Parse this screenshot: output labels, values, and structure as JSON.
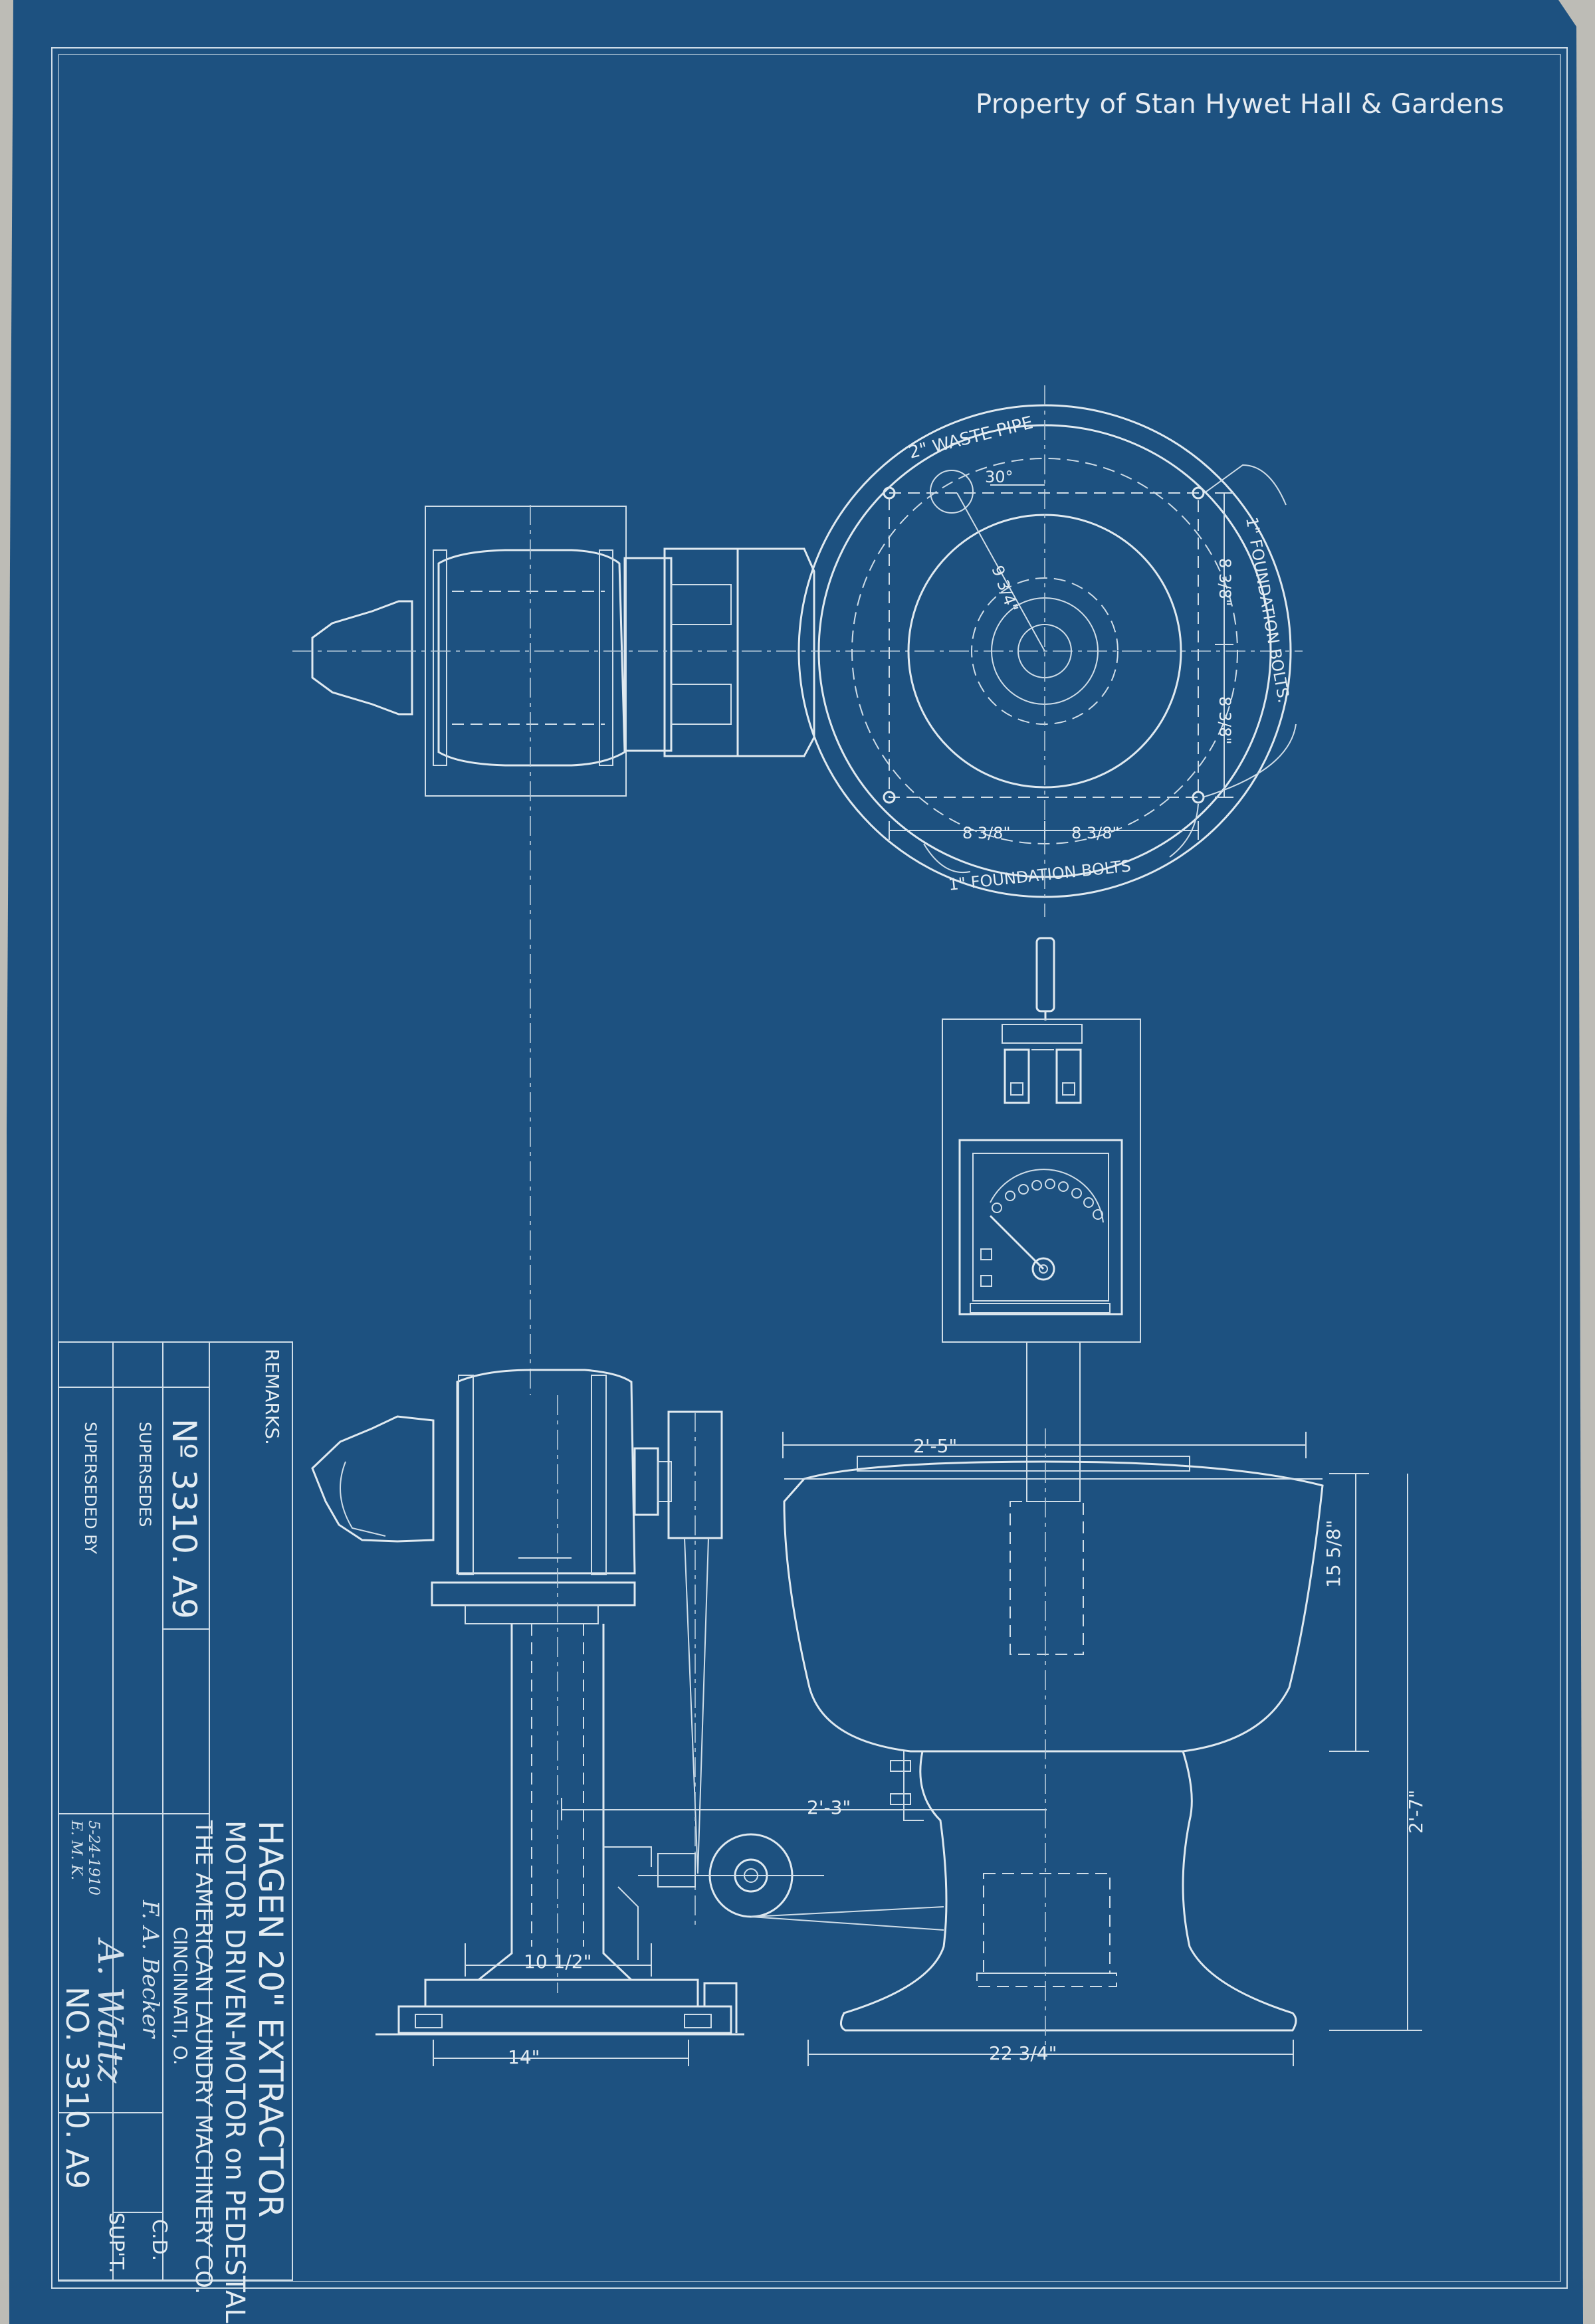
{
  "watermark": "Property of Stan Hywet Hall & Gardens",
  "plan_view": {
    "waste_pipe": "2\" WASTE PIPE",
    "angle": "30°",
    "bolts_side": "1\" FOUNDATION BOLTS.",
    "bolts_bottom": "1\" FOUNDATION BOLTS",
    "radius": "9 3/4\"",
    "dim_right_upper": "8 3/8\"",
    "dim_right_lower": "8 3/8\"",
    "dim_bottom_left": "8 3/8\"",
    "dim_bottom_right": "8 3/8\""
  },
  "elevation": {
    "basket_width": "2'-5\"",
    "basket_height": "15 5/8\"",
    "total_height": "2'-7\"",
    "center_distance": "2'-3\"",
    "base_width": "22 3/4\"",
    "pedestal_width": "10 1/2\"",
    "motor_base": "14\""
  },
  "title_block": {
    "remarks_label": "REMARKS.",
    "drawing_no": "Nº 3310. A9",
    "supersedes_label": "SUPERSEDES",
    "superseded_by_label": "SUPERSEDED BY",
    "title_line1": "HAGEN 20\" EXTRACTOR",
    "title_line2": "MOTOR DRIVEN-MOTOR on PEDESTAL",
    "company": "THE AMERICAN LAUNDRY MACHINERY CO.",
    "city": "CINCINNATI, O.",
    "drawn_by": "F. A. Becker",
    "date": "5-24-1910",
    "checked": "E. M. K.",
    "approved": "A. Waltz",
    "cd_label": "C.D.",
    "supt_label": "SUP'T.",
    "number": "NO. 3310. A9"
  },
  "colors": {
    "blueprint": "#1b4f78",
    "line": "#dfe9f0",
    "paper_edge": "#bdbcb6"
  }
}
